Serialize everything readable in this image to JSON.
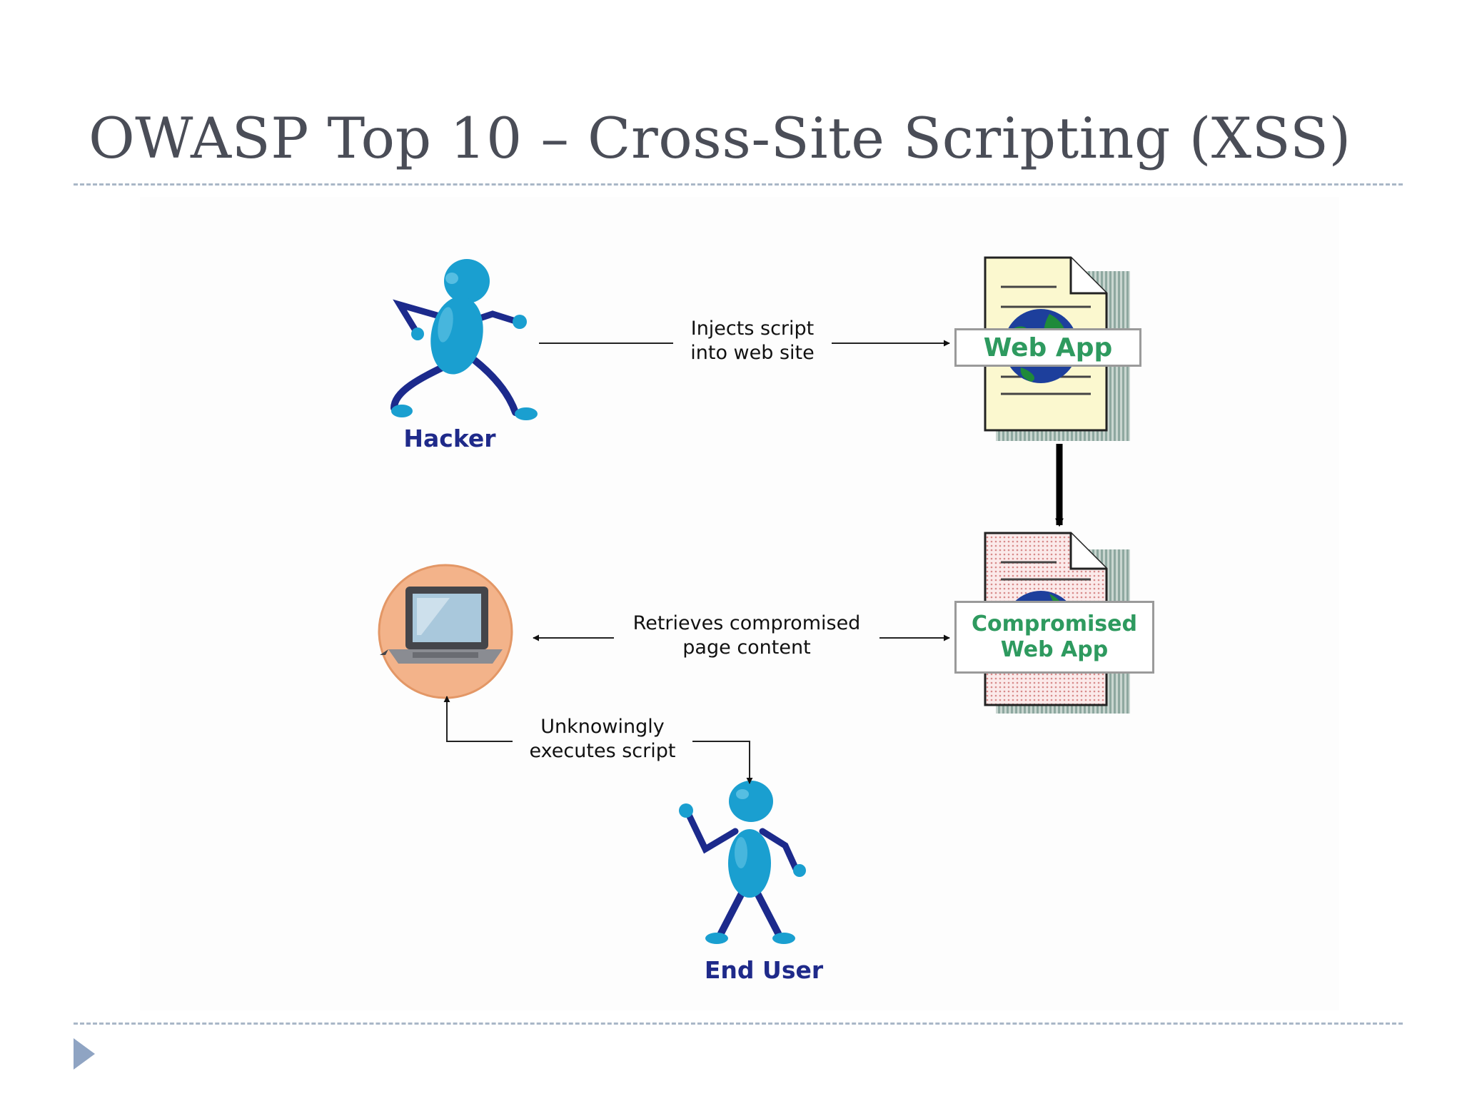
{
  "slide": {
    "title": "OWASP Top 10 – Cross-Site Scripting (XSS)"
  },
  "diagram": {
    "actors": {
      "hacker": "Hacker",
      "end_user": "End User"
    },
    "documents": {
      "web_app": [
        "Web App"
      ],
      "compromised_web_app": [
        "Compromised",
        "Web App"
      ]
    },
    "edges": {
      "inject": [
        "Injects script",
        "into web site"
      ],
      "retrieve": [
        "Retrieves compromised",
        "page content"
      ],
      "execute": [
        "Unknowingly",
        "executes script"
      ]
    },
    "colors": {
      "figure": "#1a9fd0",
      "figure_limbs": "#1c2a8c",
      "actor_text": "#1f2a8a",
      "doc_text": "#2e9a5f",
      "web_app_paper": "#fbf8cf",
      "compromised_paper": "#f9dcdc",
      "laptop_circle": "#f3b38a"
    },
    "icons": {
      "laptop": "laptop-icon",
      "globe": "globe-icon",
      "document": "document-icon",
      "play": "play-triangle-icon"
    }
  }
}
